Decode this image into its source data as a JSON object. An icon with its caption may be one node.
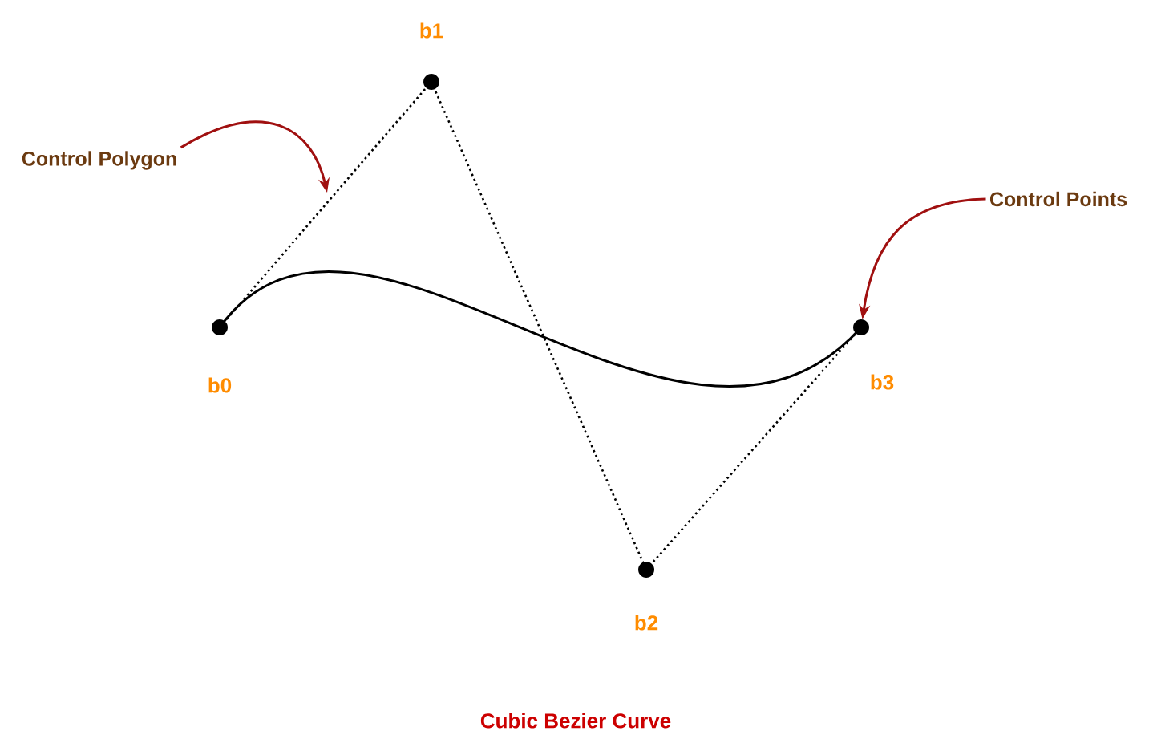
{
  "diagram": {
    "caption": "Cubic Bezier Curve",
    "nodes": [
      {
        "text": [
          "b0"
        ]
      },
      {
        "text": [
          "b1"
        ]
      },
      {
        "text": [
          "b2"
        ]
      },
      {
        "text": [
          "b3"
        ]
      },
      {
        "text": [
          "Control Polygon"
        ]
      },
      {
        "text": [
          "Control Points"
        ]
      }
    ],
    "edges": [
      {
        "from": 0,
        "to": 1,
        "arrow": "none",
        "style": "dashed"
      },
      {
        "from": 1,
        "to": 2,
        "arrow": "none",
        "style": "dashed"
      },
      {
        "from": 2,
        "to": 3,
        "arrow": "none",
        "style": "dashed"
      },
      {
        "from": 0,
        "to": 3,
        "arrow": "none"
      },
      {
        "from": 4,
        "to": null,
        "arrow": "to",
        "color": "#a01010"
      },
      {
        "from": 5,
        "to": 3,
        "arrow": "to",
        "color": "#a01010"
      }
    ]
  }
}
